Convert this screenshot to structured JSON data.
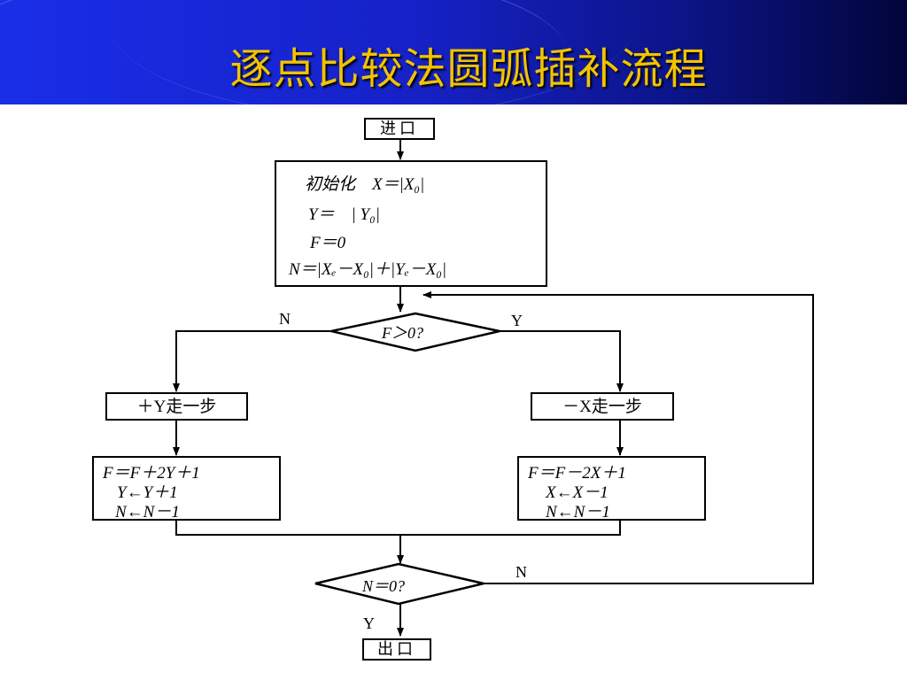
{
  "slide": {
    "title": "逐点比较法圆弧插补流程"
  },
  "flow": {
    "entry": "进口",
    "exit": "出口",
    "init_lines": [
      "初始化　X＝|X₀|",
      "Y＝　| Y₀|",
      "F＝0",
      "N＝|Xₑ－X₀|＋|Yₑ－X₀|"
    ],
    "decision_f": "F＞0?",
    "decision_n": "N＝0?",
    "left_step": "＋Y走一步",
    "right_step": "－X走一步",
    "left_calc": [
      "F＝F＋2Y＋1",
      "Y←Y＋1",
      "N←N－1"
    ],
    "right_calc": [
      "F＝F－2X＋1",
      "X←X－1",
      "N←N－1"
    ],
    "labels": {
      "f_no": "N",
      "f_yes": "Y",
      "n_no": "N",
      "n_yes": "Y"
    }
  }
}
